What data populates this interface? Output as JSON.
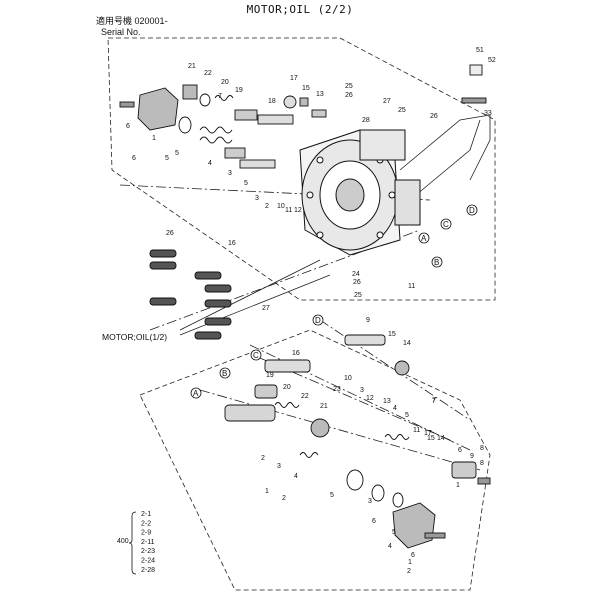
{
  "header": {
    "title": "MOTOR;OIL (2/2)",
    "serial_label_jp": "適用号機",
    "serial_value": "020001-",
    "serial_label_en": "Serial No."
  },
  "cross_ref": "MOTOR;OIL(1/2)",
  "detail_markers": [
    "A",
    "B",
    "C",
    "D"
  ],
  "kit": {
    "number": "400",
    "components": [
      "2-1",
      "2-2",
      "2-9",
      "2-11",
      "2-23",
      "2-24",
      "2-28"
    ]
  },
  "callouts": {
    "upper": [
      "21",
      "22",
      "20",
      "19",
      "18",
      "7",
      "17",
      "15",
      "13",
      "25",
      "26",
      "27",
      "28",
      "25",
      "26",
      "51",
      "52",
      "33",
      "6",
      "1",
      "5",
      "4",
      "3",
      "5",
      "3",
      "2",
      "10",
      "11",
      "12",
      "5",
      "6",
      "26",
      "16",
      "24",
      "26",
      "25",
      "11",
      "27"
    ],
    "lower": [
      "9",
      "15",
      "14",
      "16",
      "10",
      "19",
      "20",
      "22",
      "21",
      "7",
      "8",
      "11",
      "17",
      "23",
      "3",
      "12",
      "13",
      "4",
      "5",
      "15",
      "14",
      "6",
      "1",
      "2",
      "3",
      "4",
      "1",
      "2",
      "5",
      "3",
      "6",
      "9",
      "8",
      "7",
      "1",
      "2",
      "6",
      "5",
      "4"
    ]
  }
}
